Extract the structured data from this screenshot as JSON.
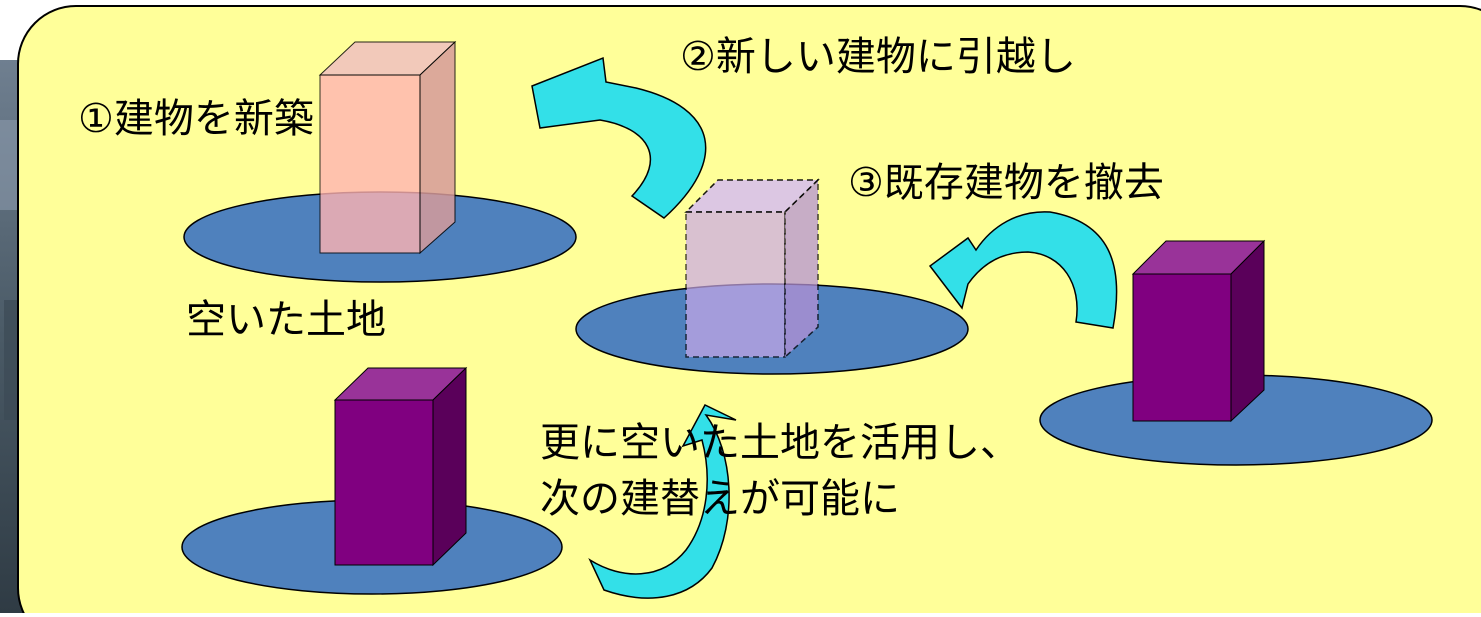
{
  "diagram": {
    "labels": {
      "step1": "①建物を新築",
      "step2": "②新しい建物に引越し",
      "step3": "③既存建物を撤去",
      "empty_land": "空いた土地",
      "result_line1": "更に空いた土地を活用し、",
      "result_line2": "次の建替えが可能に"
    },
    "colors": {
      "panel_fill": "#ffff99",
      "panel_border": "#000000",
      "land_fill": "#4f81bd",
      "new_building_front": "#ffb3b3",
      "new_building_side": "#d69b9b",
      "demolished_building": "#c9a8e8",
      "existing_building_front": "#800080",
      "existing_building_side": "#5a005a",
      "existing_building_top": "#993399",
      "arrow_fill": "#33e0e8"
    }
  }
}
